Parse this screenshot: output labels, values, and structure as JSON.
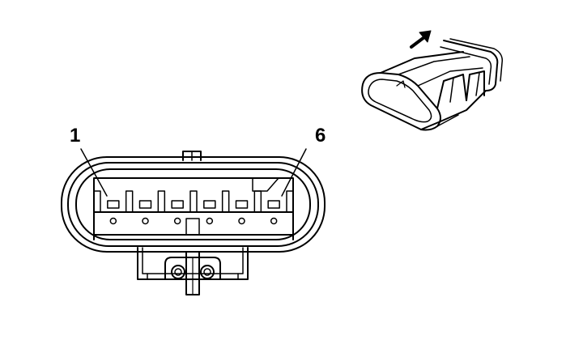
{
  "labels": {
    "first_pin": "1",
    "last_pin": "6"
  },
  "pin_count": 6,
  "colors": {
    "line": "#000000",
    "background": "#ffffff"
  },
  "icons": [
    "arrow-icon"
  ]
}
